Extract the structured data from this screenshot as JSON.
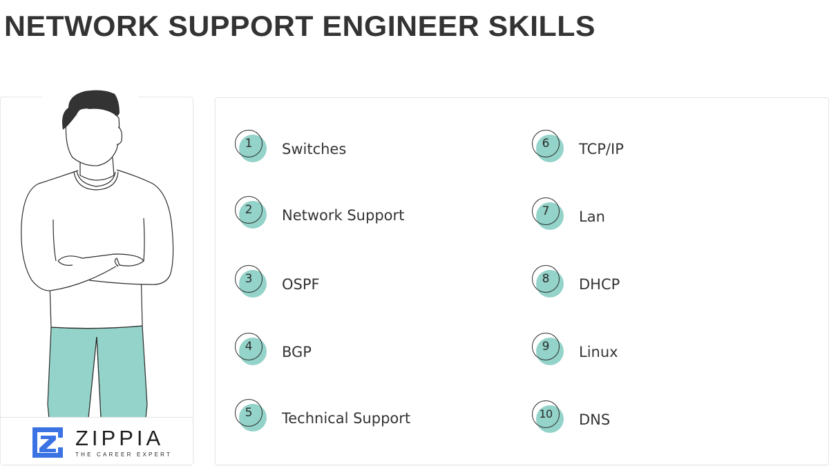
{
  "title": "NETWORK SUPPORT ENGINEER SKILLS",
  "colors": {
    "accent_teal": "#93d3c9",
    "text": "#333333",
    "logo_blue": "#3b73e4"
  },
  "illustration": {
    "subject": "person-with-crossed-arms",
    "pants_color": "#93d3c9",
    "hair_color": "#333333"
  },
  "logo": {
    "name": "ZIPPIA",
    "tagline": "THE CAREER EXPERT"
  },
  "skills": [
    {
      "rank": "1",
      "label": "Switches"
    },
    {
      "rank": "2",
      "label": "Network Support"
    },
    {
      "rank": "3",
      "label": "OSPF"
    },
    {
      "rank": "4",
      "label": "BGP"
    },
    {
      "rank": "5",
      "label": "Technical Support"
    },
    {
      "rank": "6",
      "label": "TCP/IP"
    },
    {
      "rank": "7",
      "label": "Lan"
    },
    {
      "rank": "8",
      "label": "DHCP"
    },
    {
      "rank": "9",
      "label": "Linux"
    },
    {
      "rank": "10",
      "label": "DNS"
    }
  ]
}
